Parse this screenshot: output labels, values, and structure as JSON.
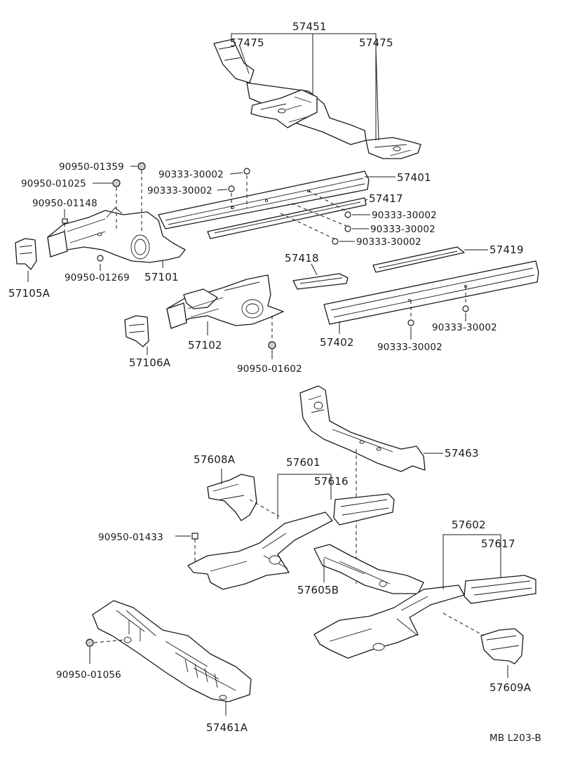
{
  "diagram": {
    "ref_code": "MB L203-B",
    "labels": {
      "p57451": "57451",
      "p57475_left": "57475",
      "p57475_right": "57475",
      "p90950_01359": "90950-01359",
      "p90950_01025": "90950-01025",
      "p90950_01148": "90950-01148",
      "p90950_01269": "90950-01269",
      "p57105A": "57105A",
      "p57101": "57101",
      "p90333_a": "90333-30002",
      "p90333_b": "90333-30002",
      "p57401": "57401",
      "p57417": "57417",
      "p90333_c": "90333-30002",
      "p90333_d": "90333-30002",
      "p90333_e": "90333-30002",
      "p57418": "57418",
      "p57419": "57419",
      "p57402": "57402",
      "p90333_f": "90333-30002",
      "p90333_g": "90333-30002",
      "p57102": "57102",
      "p57106A": "57106A",
      "p90950_01602": "90950-01602",
      "p57463": "57463",
      "p57608A": "57608A",
      "p57601": "57601",
      "p57616": "57616",
      "p90950_01433": "90950-01433",
      "p57605B": "57605B",
      "p57602": "57602",
      "p57617": "57617",
      "p90950_01056": "90950-01056",
      "p57609A": "57609A",
      "p57461A": "57461A"
    }
  }
}
